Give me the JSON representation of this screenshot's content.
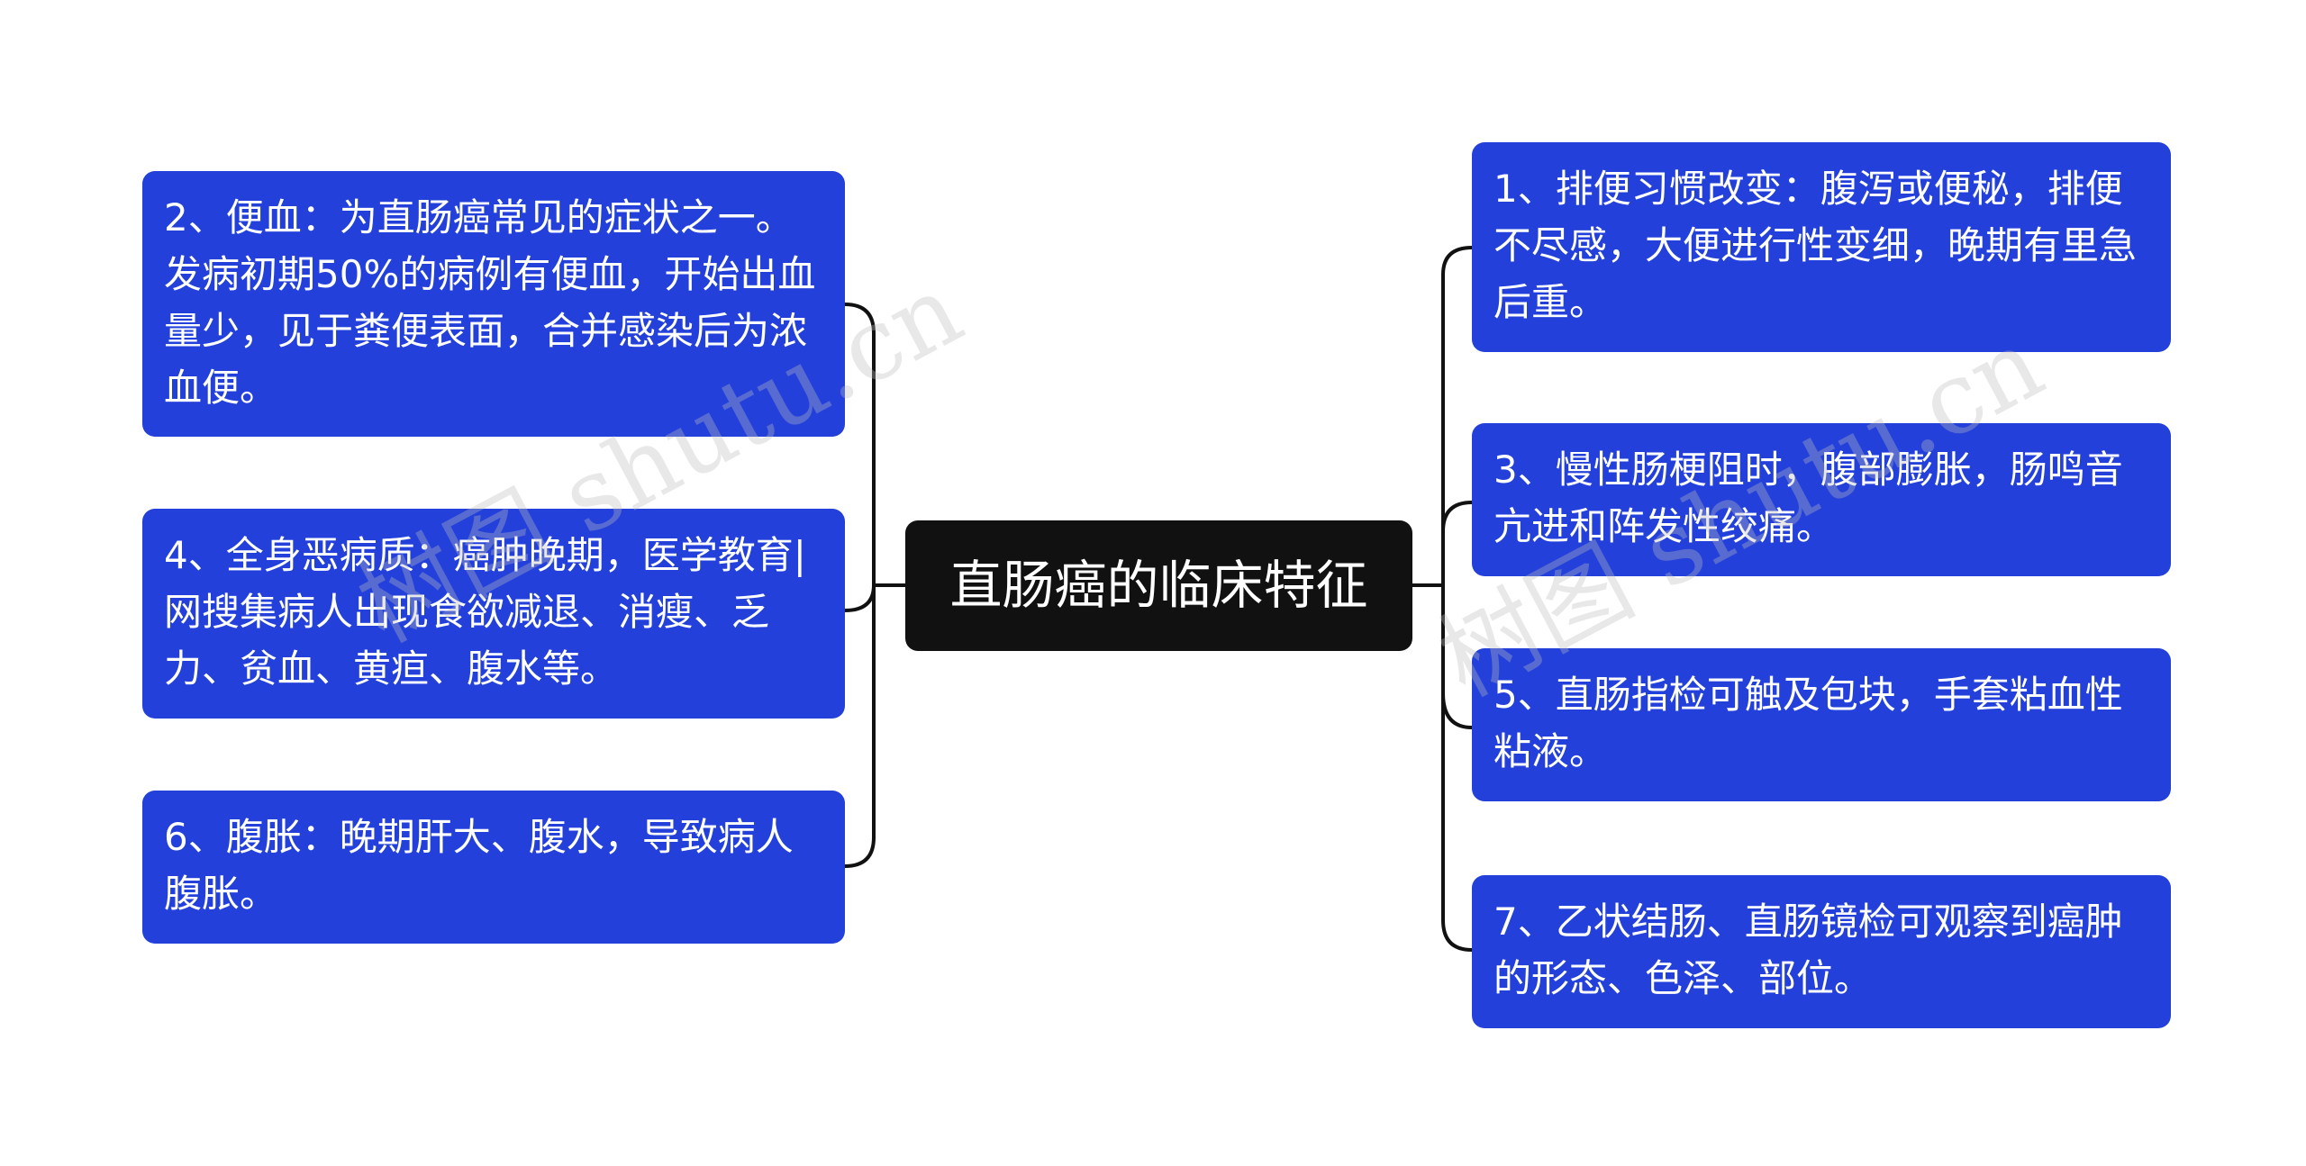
{
  "root": {
    "label": "直肠癌的临床特征"
  },
  "left_branches": [
    {
      "text": "2、便血：为直肠癌常见的症状之一。发病初期50%的病例有便血，开始出血量少，见于粪便表面，合并感染后为浓血便。"
    },
    {
      "text": "4、全身恶病质：癌肿晚期，医学教育|网搜集病人出现食欲减退、消瘦、乏力、贫血、黄疸、腹水等。"
    },
    {
      "text": "6、腹胀：晚期肝大、腹水，导致病人腹胀。"
    }
  ],
  "right_branches": [
    {
      "text": "1、排便习惯改变：腹泻或便秘，排便不尽感，大便进行性变细，晚期有里急后重。"
    },
    {
      "text": "3、慢性肠梗阻时，腹部膨胀，肠鸣音亢进和阵发性绞痛。"
    },
    {
      "text": "5、直肠指检可触及包块，手套粘血性粘液。"
    },
    {
      "text": "7、乙状结肠、直肠镜检可观察到癌肿的形态、色泽、部位。"
    }
  ],
  "watermark": {
    "text_left": "树图 shutu.cn",
    "text_right": "树图 shutu.cn"
  },
  "colors": {
    "node_fill": "#2340db",
    "root_fill": "#111111",
    "connector": "#111111",
    "text": "#ffffff"
  }
}
